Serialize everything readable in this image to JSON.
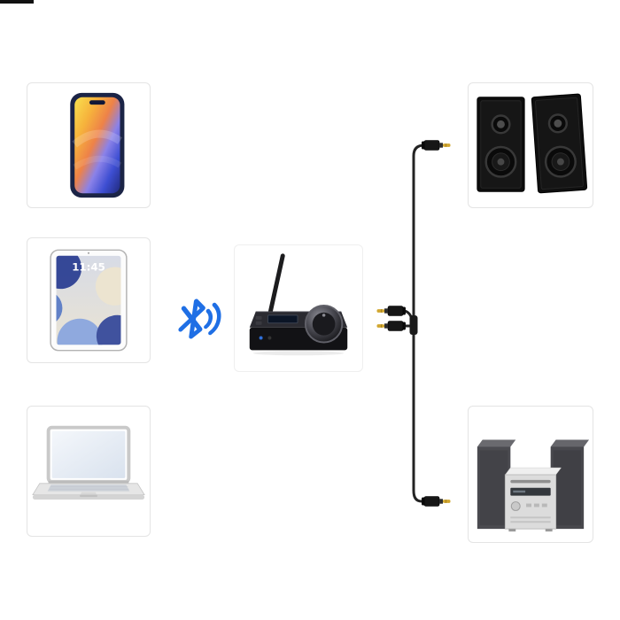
{
  "diagram": {
    "tablet": {
      "time": "11:45"
    },
    "colors": {
      "bluetooth_blue": "#1f6fe5",
      "cable_black": "#232323",
      "jack_tip_gold": "#d1a62f",
      "panel_border": "#e4e4e4",
      "device_black": "#141417"
    },
    "icons": {
      "sources": [
        "smartphone-icon",
        "tablet-icon",
        "laptop-icon"
      ],
      "link": "bluetooth-icon",
      "hub": "bluetooth-transmitter-icon",
      "outputs": [
        "bookshelf-speakers-icon",
        "stereo-system-icon"
      ],
      "connector": "aux-jack-connector",
      "cable": "aux-cable"
    }
  }
}
